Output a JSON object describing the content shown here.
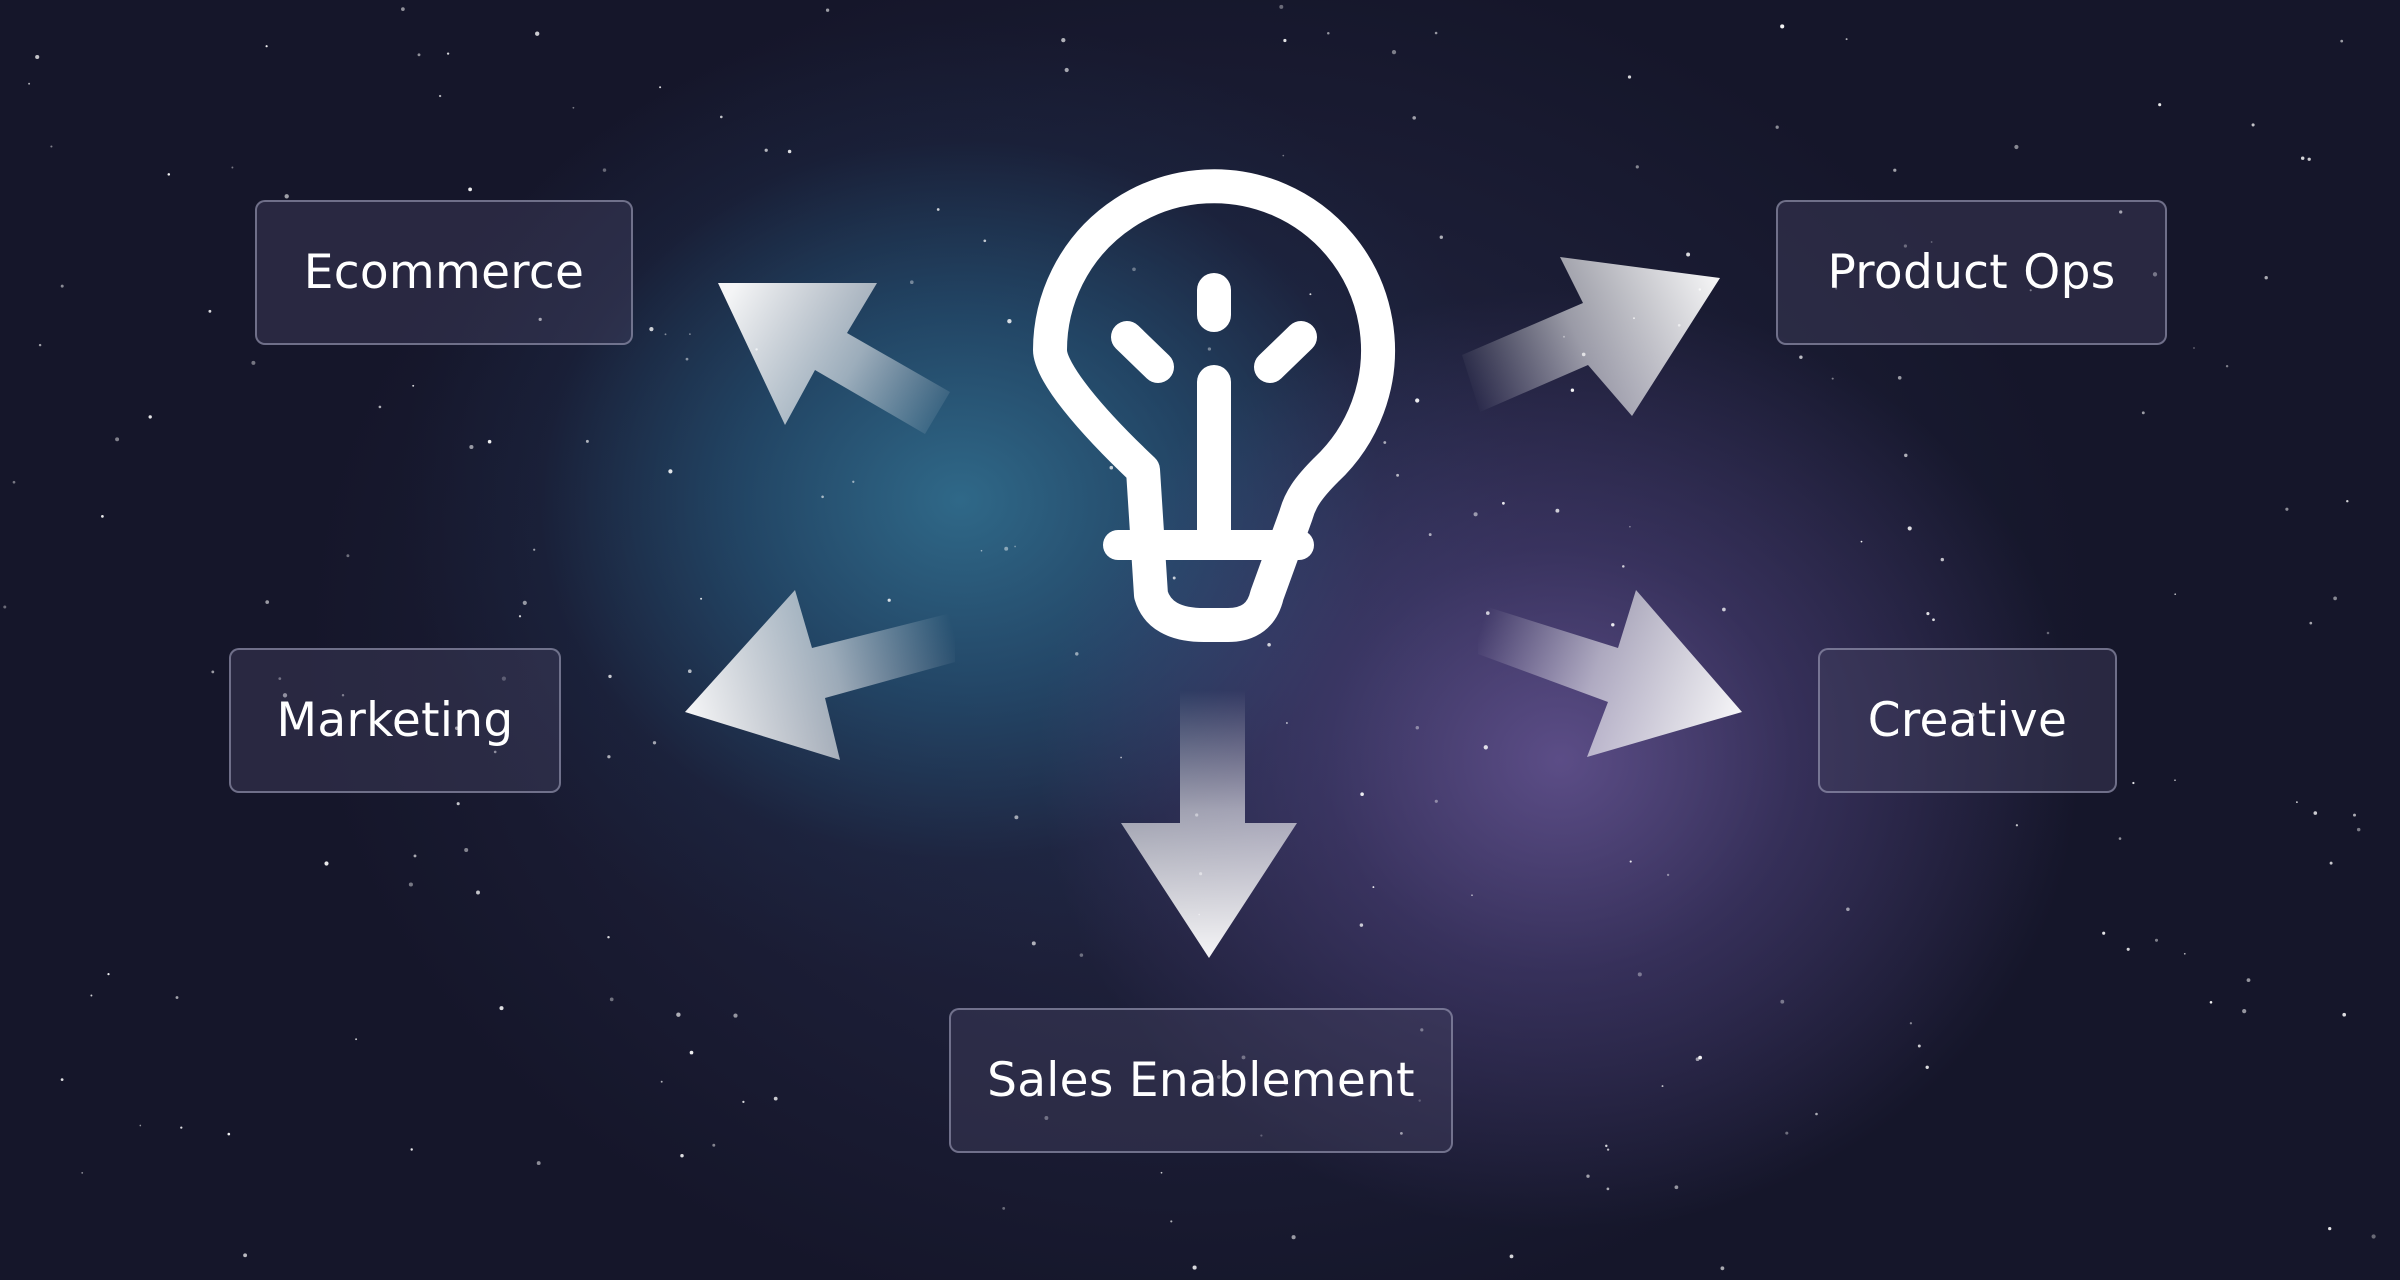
{
  "nodes": {
    "ecommerce": "Ecommerce",
    "product_ops": "Product Ops",
    "marketing": "Marketing",
    "creative": "Creative",
    "sales_enablement": "Sales Enablement"
  },
  "icons": {
    "center": "lightbulb-icon",
    "arrows": [
      "arrow-up-left-icon",
      "arrow-up-right-icon",
      "arrow-left-icon",
      "arrow-right-icon",
      "arrow-down-icon"
    ]
  },
  "colors": {
    "background": "#15162a",
    "teal_glow": "#306c8c",
    "purple_glow": "#705ca0",
    "text": "#ffffff",
    "node_border": "#aaacc4"
  }
}
